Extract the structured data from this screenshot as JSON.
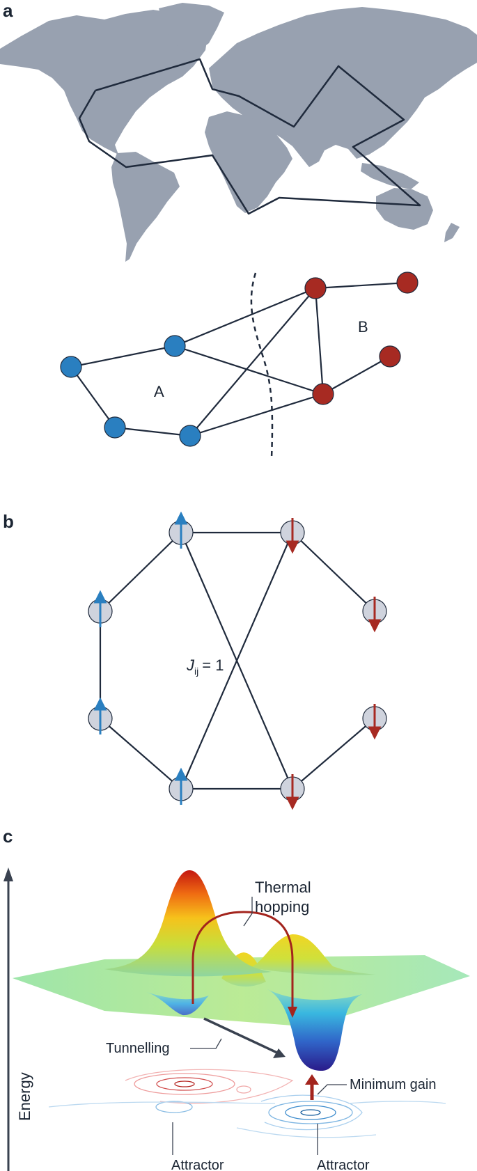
{
  "panels": {
    "a": {
      "letter": "a",
      "group_a_label": "A",
      "group_b_label": "B"
    },
    "b": {
      "letter": "b",
      "coupling_symbol": "J",
      "coupling_subscript": "ij",
      "coupling_value": "= 1"
    },
    "c": {
      "letter": "c",
      "axis_label": "Energy",
      "thermal_label_line1": "Thermal",
      "thermal_label_line2": "hopping",
      "tunnelling_label": "Tunnelling",
      "minimum_gain_label": "Minimum gain",
      "attractor_left_label": "Attractor",
      "attractor_right_label": "Attractor"
    }
  },
  "colors": {
    "land": "#98a1b0",
    "graph_line": "#1f2a3c",
    "blue_node": "#2a7fc0",
    "red_node": "#a72a22",
    "spin_node": "#cfd3dd"
  },
  "spins": {
    "left": [
      "up",
      "up",
      "up",
      "up"
    ],
    "right": [
      "down",
      "down",
      "down",
      "down"
    ]
  }
}
